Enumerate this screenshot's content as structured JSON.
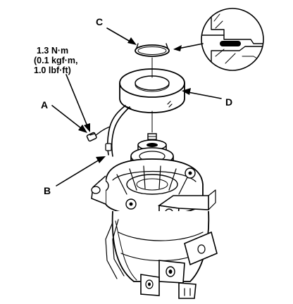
{
  "labels": {
    "a": "A",
    "b": "B",
    "c": "C",
    "d": "D"
  },
  "torque": {
    "line1": "1.3 N·m",
    "line2": "(0.1 kgf·m,",
    "line3": "1.0 lbf·ft)"
  },
  "colors": {
    "ink": "#000000",
    "paper": "#ffffff",
    "shade": "#bdbdbd"
  }
}
